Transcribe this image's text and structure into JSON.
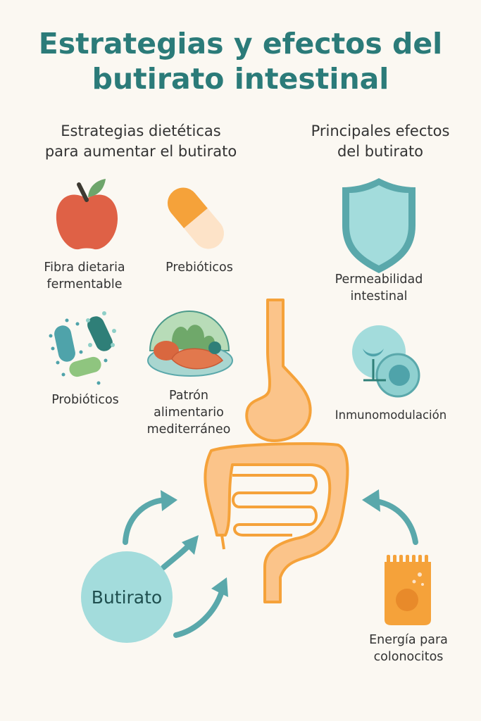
{
  "title": {
    "line1": "Estrategias y efectos del",
    "line2": "butirato intestinal"
  },
  "strategies": {
    "heading_line1": "Estrategias dietéticas",
    "heading_line2": "para aumentar el butirato",
    "items": [
      {
        "icon": "apple-icon",
        "line1": "Fibra dietaria",
        "line2": "fermentable"
      },
      {
        "icon": "capsule-icon",
        "line1": "Prebióticos"
      },
      {
        "icon": "bacteria-icon",
        "line1": "Probióticos"
      },
      {
        "icon": "mediterranean-plate-icon",
        "line1": "Patrón",
        "line2": "alimentario",
        "line3": "mediterráneo"
      }
    ]
  },
  "effects": {
    "heading_line1": "Principales efectos",
    "heading_line2": "del butirato",
    "items": [
      {
        "icon": "shield-icon",
        "line1": "Permeabilidad",
        "line2": "intestinal"
      },
      {
        "icon": "immune-cells-icon",
        "line1": "Inmunomodulación"
      },
      {
        "icon": "colonocyte-icon",
        "line1": "Energía para",
        "line2": "colonocitos"
      }
    ]
  },
  "center": {
    "icon": "digestive-tract-icon",
    "butyrate_label": "Butirato"
  },
  "colors": {
    "title": "#2b7b79",
    "teal": "#5aa8ab",
    "orange": "#f5a23a",
    "orange_light": "#fbc48a",
    "butyrate_circle": "#a3dcdc"
  }
}
